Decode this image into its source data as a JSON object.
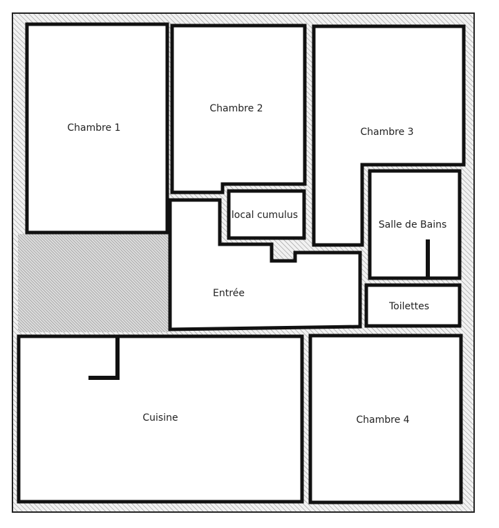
{
  "rooms": {
    "chambre1": "Chambre 1",
    "chambre2": "Chambre 2",
    "chambre3": "Chambre 3",
    "local_cumulus": "local cumulus",
    "salle_de_bains": "Salle de Bains",
    "entree": "Entrée",
    "toilettes": "Toilettes",
    "cuisine": "Cuisine",
    "chambre4": "Chambre 4"
  },
  "colors": {
    "wall": "#111111",
    "room_fill": "#ffffff",
    "hatch": "#9a9a9a"
  }
}
